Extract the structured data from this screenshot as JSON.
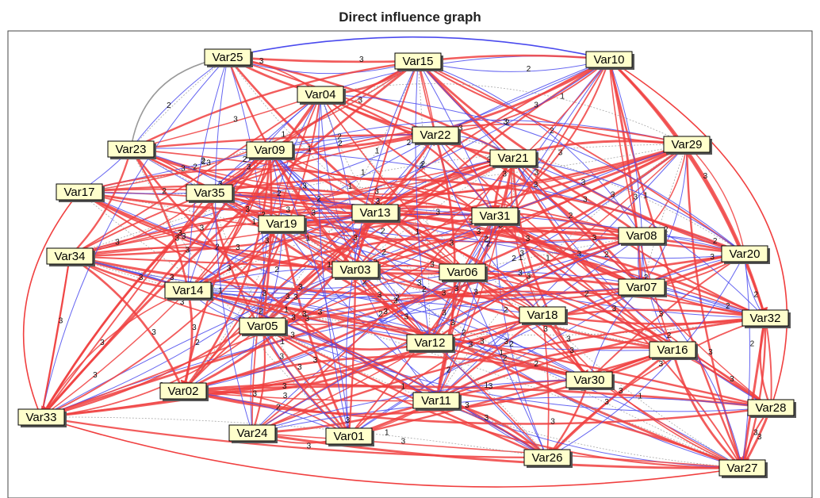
{
  "title": "Direct influence graph",
  "colors": {
    "strong": "#f04040",
    "medium": "#4a4aee",
    "weak": "#999999",
    "node_fill": "#ffffcc"
  },
  "nodes": [
    {
      "id": "Var25"
    },
    {
      "id": "Var15"
    },
    {
      "id": "Var10"
    },
    {
      "id": "Var04"
    },
    {
      "id": "Var22"
    },
    {
      "id": "Var21"
    },
    {
      "id": "Var29"
    },
    {
      "id": "Var23"
    },
    {
      "id": "Var09"
    },
    {
      "id": "Var17"
    },
    {
      "id": "Var35"
    },
    {
      "id": "Var13"
    },
    {
      "id": "Var31"
    },
    {
      "id": "Var19"
    },
    {
      "id": "Var08"
    },
    {
      "id": "Var34"
    },
    {
      "id": "Var20"
    },
    {
      "id": "Var03"
    },
    {
      "id": "Var06"
    },
    {
      "id": "Var07"
    },
    {
      "id": "Var14"
    },
    {
      "id": "Var18"
    },
    {
      "id": "Var32"
    },
    {
      "id": "Var05"
    },
    {
      "id": "Var12"
    },
    {
      "id": "Var16"
    },
    {
      "id": "Var30"
    },
    {
      "id": "Var02"
    },
    {
      "id": "Var11"
    },
    {
      "id": "Var28"
    },
    {
      "id": "Var33"
    },
    {
      "id": "Var24"
    },
    {
      "id": "Var01"
    },
    {
      "id": "Var26"
    },
    {
      "id": "Var27"
    }
  ],
  "edge_weights": [
    "1",
    "2",
    "3"
  ]
}
